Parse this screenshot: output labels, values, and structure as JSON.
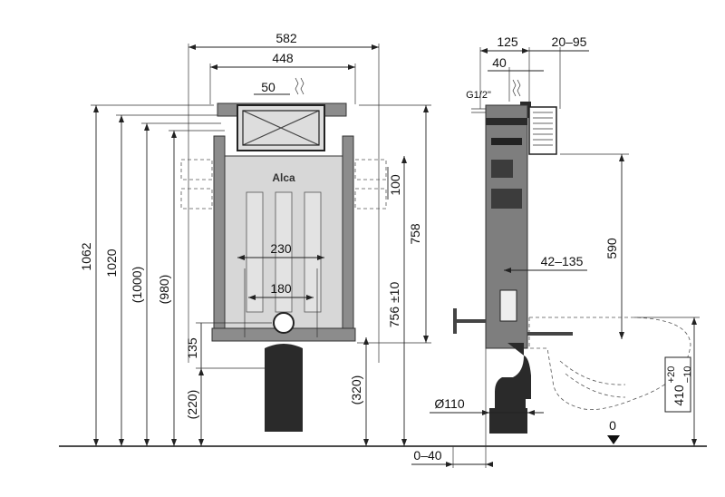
{
  "brand": "Alca",
  "front_view": {
    "width_outer": "582",
    "width_inner": "448",
    "offset_top": "50",
    "height_total": "1062",
    "height_1020": "1020",
    "height_1000": "(1000)",
    "height_980": "(980)",
    "height_758": "758",
    "height_756": "756 ±10",
    "side_100": "100",
    "width_230": "230",
    "width_180": "180",
    "height_135": "135",
    "height_220": "(220)",
    "height_320": "(320)"
  },
  "side_view": {
    "depth_125": "125",
    "depth_20_95": "20–95",
    "depth_40": "40",
    "water_inlet": "G1/2\"",
    "height_590": "590",
    "range_42_135": "42–135",
    "diameter_110": "Ø110",
    "height_410": "410",
    "tol_plus": "+20",
    "tol_minus": "−10",
    "floor_zero": "0",
    "offset_0_40": "0–40"
  },
  "colors": {
    "frame": "#8c8c8c",
    "dark": "#2a2a2a",
    "line": "#222222"
  }
}
